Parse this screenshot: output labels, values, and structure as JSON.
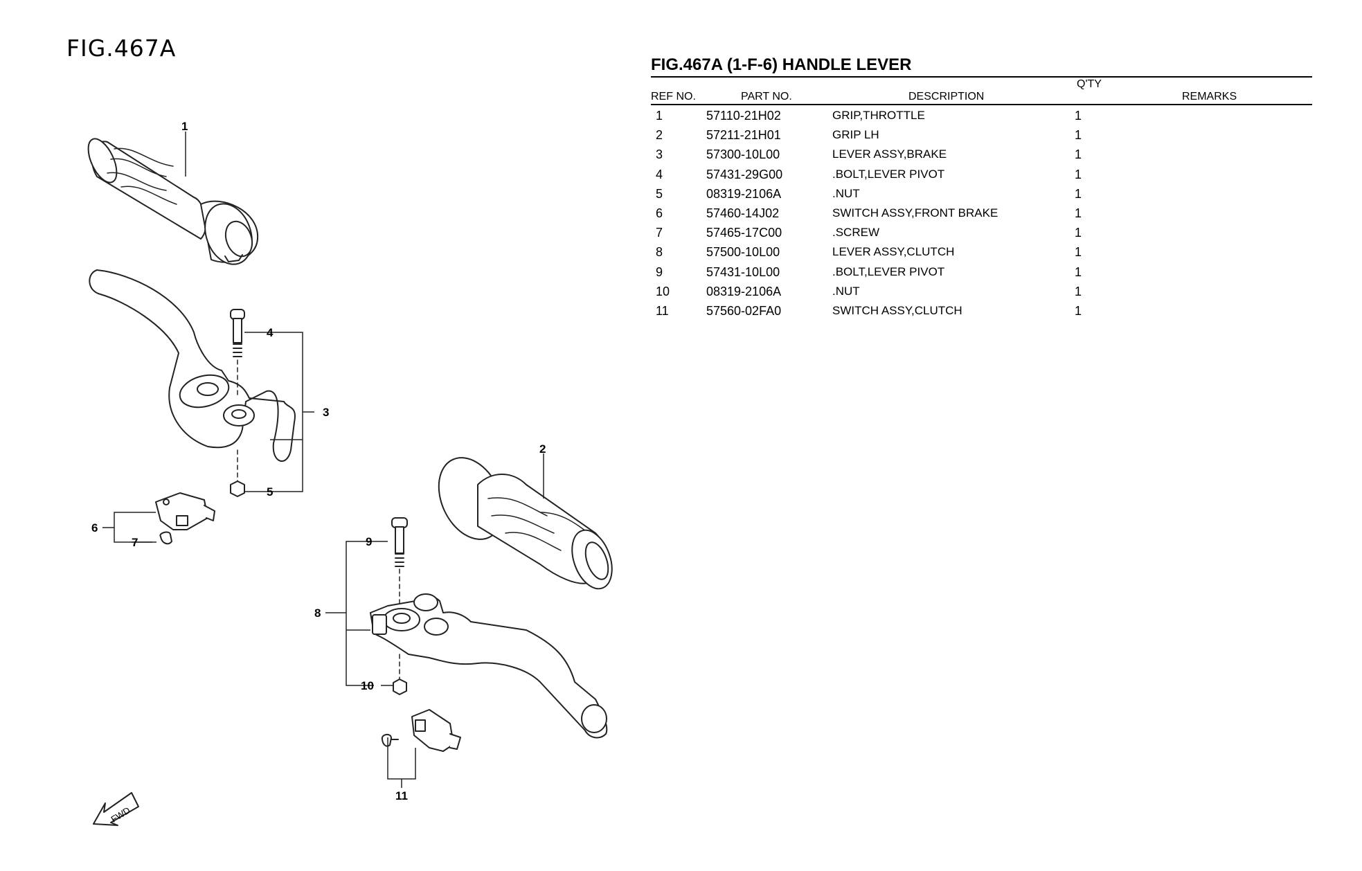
{
  "figure": {
    "label": "FIG.467A"
  },
  "table": {
    "title": "FIG.467A (1-F-6) HANDLE LEVER",
    "headers": {
      "ref_no": "REF NO.",
      "part_no": "PART NO.",
      "description": "DESCRIPTION",
      "qty": "Q'TY",
      "remarks": "REMARKS"
    },
    "rows": [
      {
        "ref": "1",
        "part": "57110-21H02",
        "desc": "GRIP,THROTTLE",
        "qty": "1",
        "remarks": ""
      },
      {
        "ref": "2",
        "part": "57211-21H01",
        "desc": "GRIP LH",
        "qty": "1",
        "remarks": ""
      },
      {
        "ref": "3",
        "part": "57300-10L00",
        "desc": "LEVER ASSY,BRAKE",
        "qty": "1",
        "remarks": ""
      },
      {
        "ref": "4",
        "part": "57431-29G00",
        "desc": ".BOLT,LEVER PIVOT",
        "qty": "1",
        "remarks": ""
      },
      {
        "ref": "5",
        "part": "08319-2106A",
        "desc": ".NUT",
        "qty": "1",
        "remarks": ""
      },
      {
        "ref": "6",
        "part": "57460-14J02",
        "desc": "SWITCH ASSY,FRONT BRAKE",
        "qty": "1",
        "remarks": ""
      },
      {
        "ref": "7",
        "part": "57465-17C00",
        "desc": ".SCREW",
        "qty": "1",
        "remarks": ""
      },
      {
        "ref": "8",
        "part": "57500-10L00",
        "desc": "LEVER ASSY,CLUTCH",
        "qty": "1",
        "remarks": ""
      },
      {
        "ref": "9",
        "part": "57431-10L00",
        "desc": ".BOLT,LEVER PIVOT",
        "qty": "1",
        "remarks": ""
      },
      {
        "ref": "10",
        "part": "08319-2106A",
        "desc": ".NUT",
        "qty": "1",
        "remarks": ""
      },
      {
        "ref": "11",
        "part": "57560-02FA0",
        "desc": "SWITCH ASSY,CLUTCH",
        "qty": "1",
        "remarks": ""
      }
    ]
  },
  "diagram": {
    "callouts": [
      "1",
      "2",
      "3",
      "4",
      "5",
      "6",
      "7",
      "8",
      "9",
      "10",
      "11"
    ],
    "fwd_label": "FWD"
  }
}
